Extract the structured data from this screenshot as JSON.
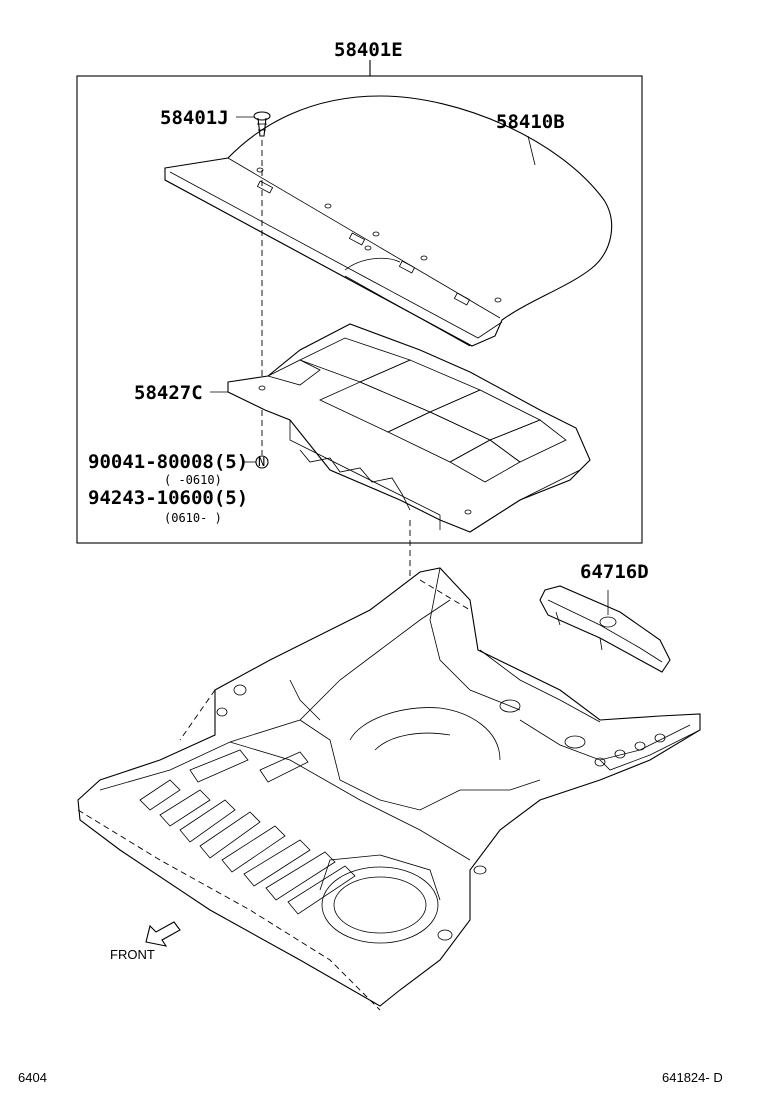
{
  "labels": {
    "assembly": "58401E",
    "clip": "58401J",
    "board": "58410B",
    "tray": "58427C",
    "clip_part_1": "90041-80008(5)",
    "clip_part_1_range": "(    -0610)",
    "clip_part_2": "94243-10600(5)",
    "clip_part_2_range": "(0610-    )",
    "bracket": "64716D",
    "front": "FRONT",
    "page_code": "6404",
    "figure_code": "641824- D",
    "note_letter": "N"
  },
  "colors": {
    "ink": "#000000",
    "paper": "#ffffff"
  }
}
